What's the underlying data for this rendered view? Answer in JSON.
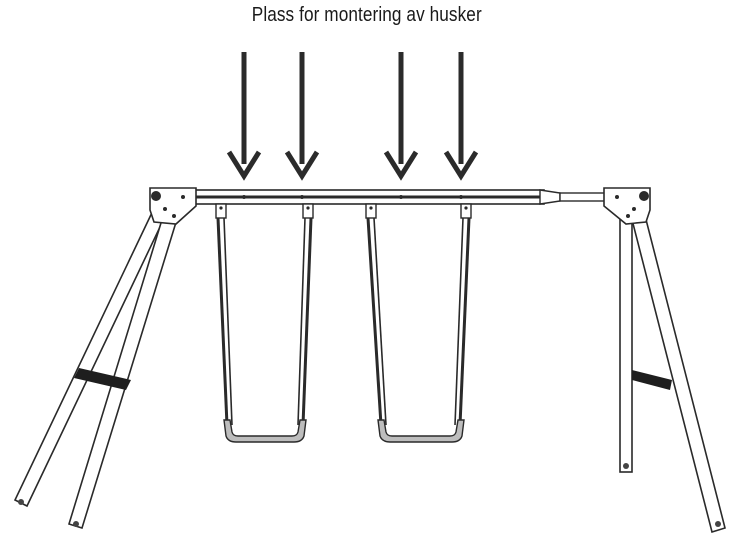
{
  "diagram": {
    "title": "Plass for montering av husker",
    "arrow_count": 4,
    "swing_count": 2
  },
  "colors": {
    "line": "#2a2a2a",
    "frame_fill": "#ffffff",
    "arrow": "#2b2b2b",
    "band": "#1e1e1e",
    "seat": "#bdbdbd"
  },
  "icons": {
    "arrow": "down-arrow-icon",
    "swing": "swing-seat-icon"
  }
}
